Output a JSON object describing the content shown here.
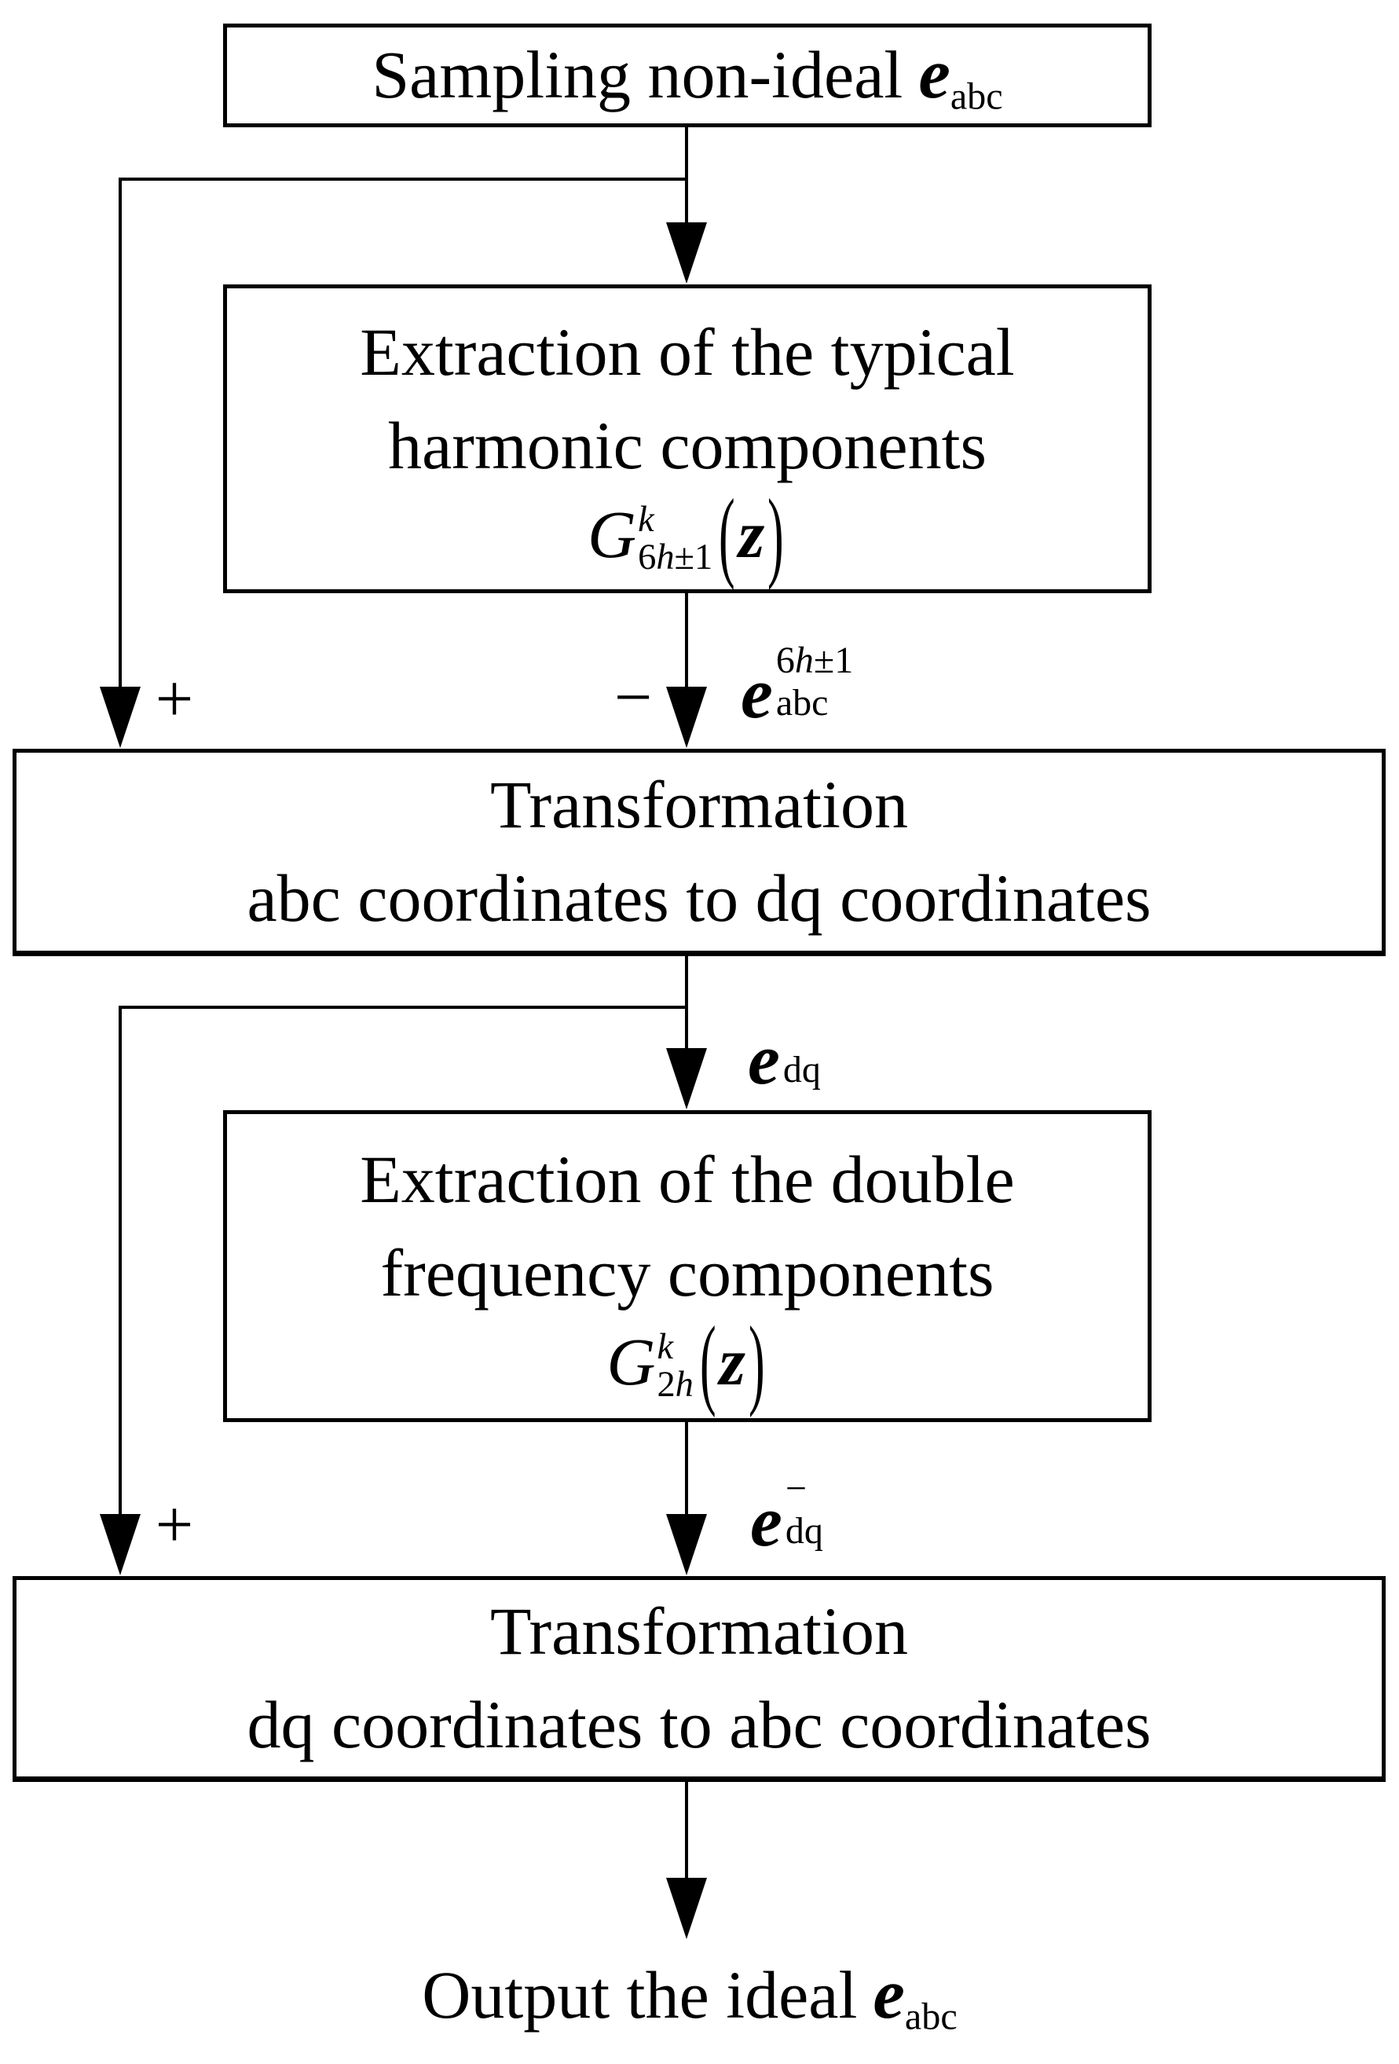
{
  "figure": {
    "colors": {
      "ink": "#000000",
      "paper": "#ffffff"
    },
    "boxes": {
      "sampling": {
        "text": "Sampling non-ideal",
        "evar": "e",
        "esub": "abc"
      },
      "extract_harmonic": {
        "line1": "Extraction of the typical",
        "line2": "harmonic components",
        "formula": {
          "base": "G",
          "sup": "k",
          "sub_num": "6",
          "sub_var": "h",
          "sub_rest": "±1",
          "open": "(",
          "arg": "z",
          "close": ")"
        }
      },
      "abc_to_dq": {
        "line1": "Transformation",
        "line2": "abc coordinates to dq coordinates"
      },
      "extract_double": {
        "line1": "Extraction of the double",
        "line2": "frequency components",
        "formula": {
          "base": "G",
          "sup": "k",
          "sub_num": "2",
          "sub_var": "h",
          "sub_rest": "",
          "open": "(",
          "arg": "z",
          "close": ")"
        }
      },
      "dq_to_abc": {
        "line1": "Transformation",
        "line2": "dq coordinates to abc coordinates"
      }
    },
    "labels": {
      "plus_top": "+",
      "minus": "−",
      "e_abc_6h": {
        "base": "e",
        "sup_num": "6",
        "sup_var": "h",
        "sup_rest": "±1",
        "sub": "abc"
      },
      "e_dq": {
        "base": "e",
        "sub": "dq"
      },
      "plus_bottom": "+",
      "e_dq_neg": {
        "base": "e",
        "sup": "−",
        "sub": "dq"
      },
      "output": {
        "text": "Output the ideal",
        "evar": "e",
        "esub": "abc"
      }
    }
  }
}
